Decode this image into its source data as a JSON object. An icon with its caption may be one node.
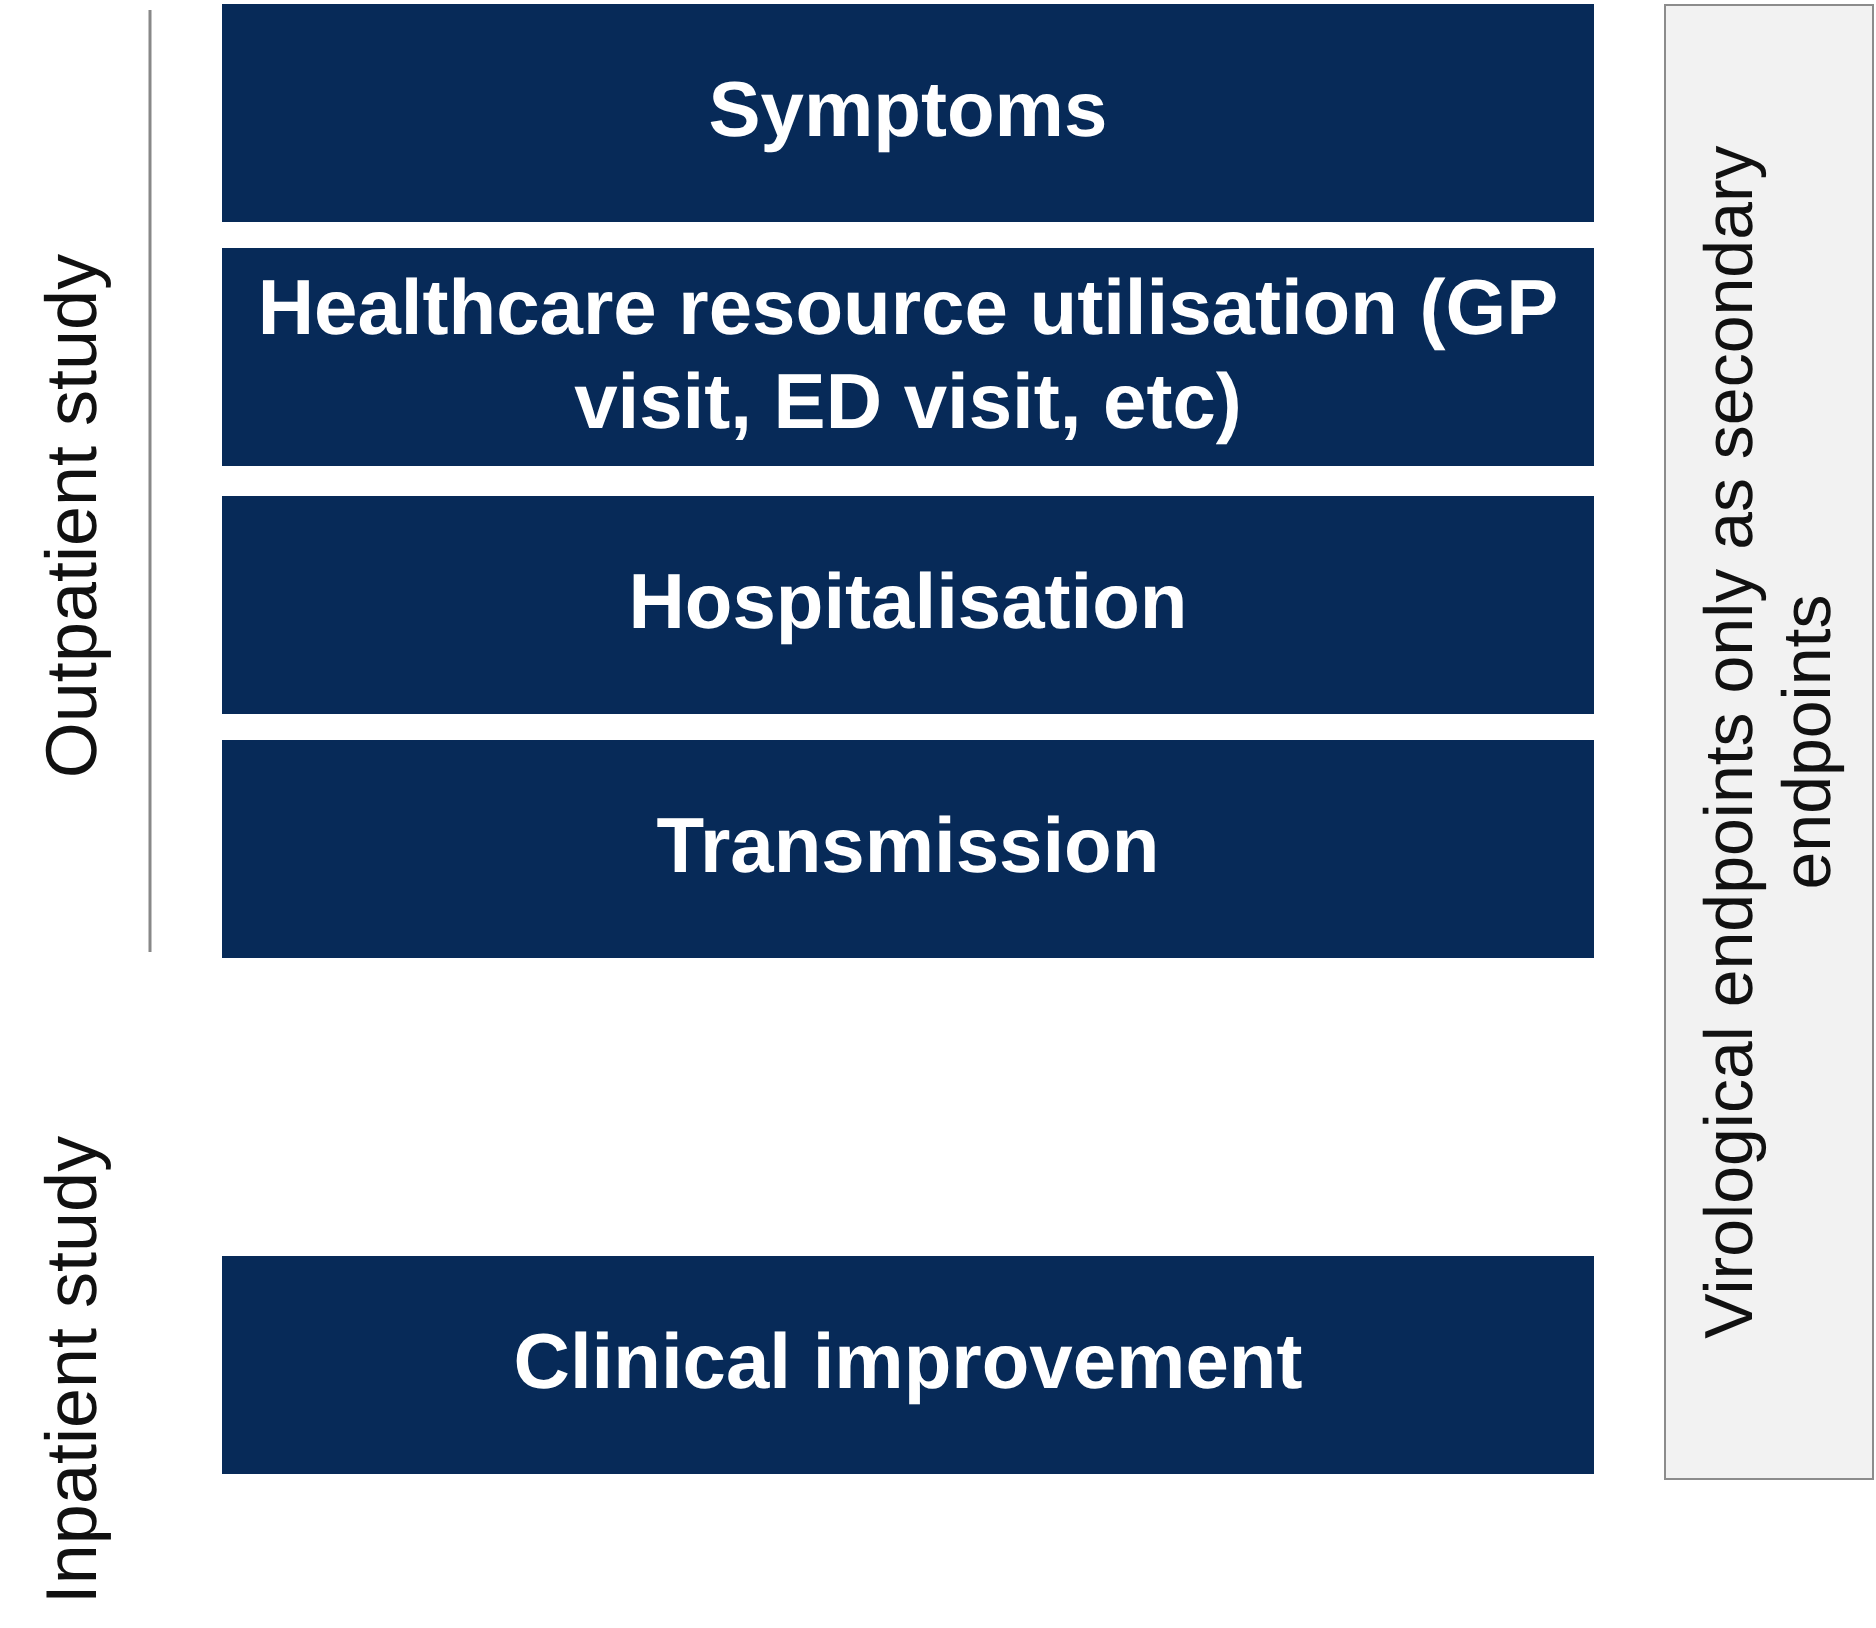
{
  "diagram": {
    "nodes": [
      {
        "text": [
          "Symptoms"
        ]
      },
      {
        "text": [
          "Healthcare resource utilisation (GP visit, ED visit, etc)"
        ]
      },
      {
        "text": [
          "Hospitalisation"
        ]
      },
      {
        "text": [
          "Transmission"
        ]
      },
      {
        "text": [
          "Clinical improvement"
        ]
      },
      {
        "text": [
          "Virological endpoints only as secondary endpoints"
        ]
      }
    ],
    "labels": [
      "Outpatient study",
      "Inpatient study"
    ]
  }
}
